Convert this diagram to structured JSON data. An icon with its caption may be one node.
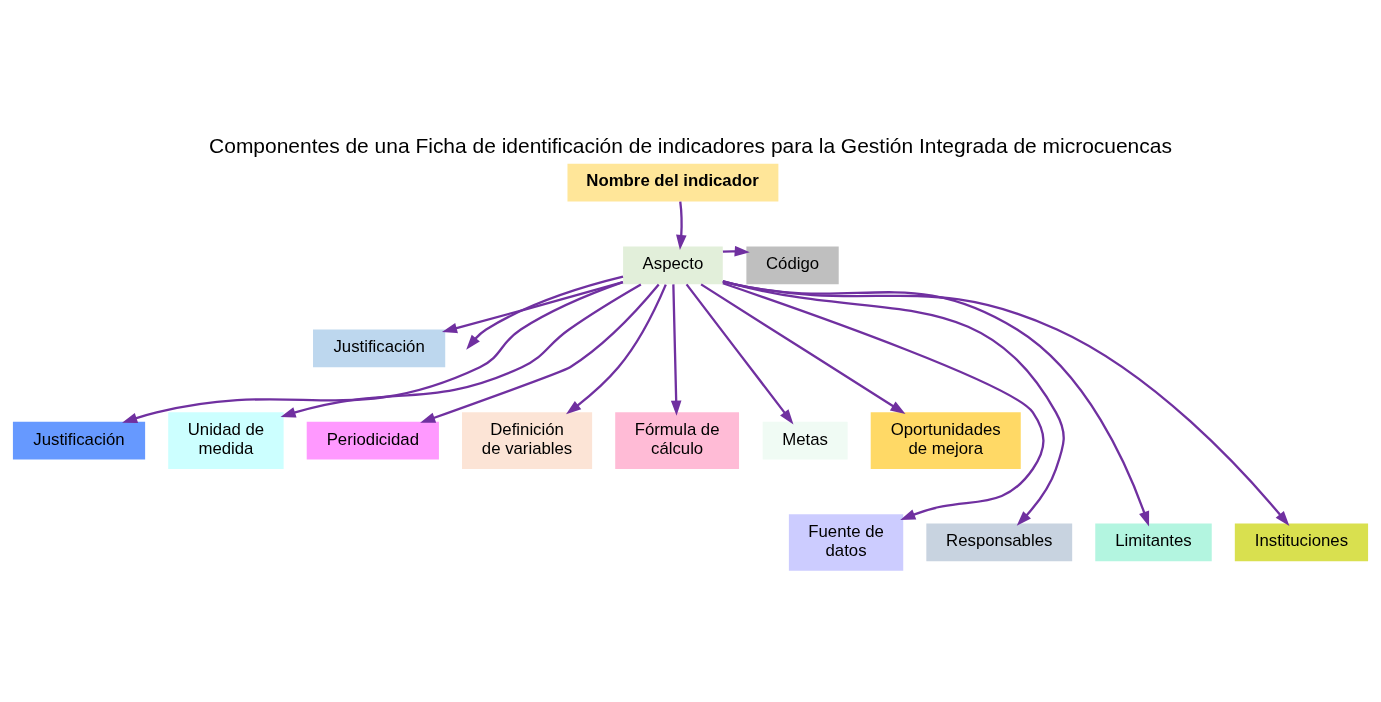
{
  "diagram": {
    "title": "Componentes de una Ficha de identificación de indicadores para la Gestión Integrada de microcuencas",
    "nodes": [
      {
        "text": [
          "Nombre del indicador"
        ]
      },
      {
        "text": [
          "Aspecto"
        ]
      },
      {
        "text": [
          "Código"
        ]
      },
      {
        "text": [
          "Justificación"
        ]
      },
      {
        "text": [
          "Justificación"
        ]
      },
      {
        "text": [
          "Unidad de medida"
        ]
      },
      {
        "text": [
          "Periodicidad"
        ]
      },
      {
        "text": [
          "Definición de variables"
        ]
      },
      {
        "text": [
          "Fórmula de cálculo"
        ]
      },
      {
        "text": [
          "Metas"
        ]
      },
      {
        "text": [
          "Oportunidades de mejora"
        ]
      },
      {
        "text": [
          "Fuente de datos"
        ]
      },
      {
        "text": [
          "Responsables"
        ]
      },
      {
        "text": [
          "Limitantes"
        ]
      },
      {
        "text": [
          "Instituciones"
        ]
      }
    ],
    "edges": [
      {
        "from": 0,
        "to": 1,
        "arrow": "to"
      },
      {
        "from": 1,
        "to": 2,
        "arrow": "to"
      },
      {
        "from": 1,
        "to": 3,
        "arrow": "to"
      },
      {
        "from": 1,
        "to": null,
        "arrow": "to"
      },
      {
        "from": 1,
        "to": 4,
        "arrow": "to"
      },
      {
        "from": 1,
        "to": 5,
        "arrow": "to"
      },
      {
        "from": 1,
        "to": 11,
        "arrow": "to"
      },
      {
        "from": 1,
        "to": 6,
        "arrow": "to"
      },
      {
        "from": 1,
        "to": 14,
        "arrow": "to"
      },
      {
        "from": 1,
        "to": 12,
        "arrow": "to"
      },
      {
        "from": 1,
        "to": 7,
        "arrow": "to"
      },
      {
        "from": 1,
        "to": 13,
        "arrow": "to"
      },
      {
        "from": 1,
        "to": 8,
        "arrow": "to"
      },
      {
        "from": 1,
        "to": 10,
        "arrow": "to"
      },
      {
        "from": 1,
        "to": 9,
        "arrow": "to"
      }
    ]
  }
}
